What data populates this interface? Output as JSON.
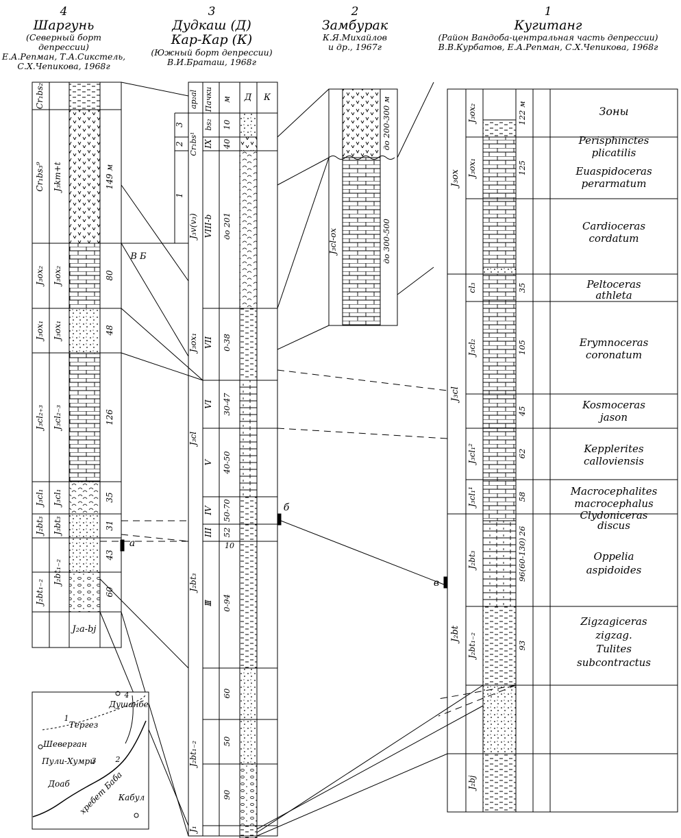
{
  "sections": [
    {
      "number": "4",
      "name": "Шаргунь",
      "line1": "(Северный борт депрессии)",
      "line2": "Е.А.Репман, Т.А.Сикстель,",
      "line3": "С.Х.Чепикова, 1968г"
    },
    {
      "number": "3",
      "name": "Дудкаш (Д)",
      "name2": "Кар-Кар (К)",
      "line1": "(Южный борт депрессии)",
      "line2": "В.И.Браташ, 1968г"
    },
    {
      "number": "2",
      "name": "Замбурак",
      "line1": "К.Я.Михайлов",
      "line2": "и др., 1967г"
    },
    {
      "number": "1",
      "name": "Кугитанг",
      "line1": "(Район Вандоба-центральная часть депрессии)",
      "line2": "В.В.Курбатов, Е.А.Репман, С.Х.Чепикова, 1968г"
    }
  ],
  "col4": {
    "stages": [
      "Cr₁bs₂",
      "Cr₁bs₃⁹",
      "J₃ox₂",
      "J₃ox₁",
      "J₃cl₂₊₃",
      "J₃cl₁",
      "J₂bt₃",
      "J₂bt₁₋₂"
    ],
    "substages": [
      "J₃km+t",
      "J₃ox₂",
      "J₃ox₁",
      "J₃cl₂₋₃",
      "J₃cl₁",
      "J₃bt₃",
      "J₂bt₁₋₂",
      "J₂a-bj"
    ],
    "thick": [
      "149 м",
      "80",
      "48",
      "126",
      "35",
      "31",
      "43",
      "60"
    ]
  },
  "col3": {
    "head": [
      "ap₂al",
      "Пачки",
      "м",
      "Д",
      "К"
    ],
    "unit_labels": [
      "1",
      "2",
      "3",
      "Cr₁bs¹",
      "bs₂",
      "J₃v(v₃)",
      "J₃ox₁",
      "J₃cl",
      "J₂bt₃",
      "J₂bt₁₋₂",
      "J₁"
    ],
    "packs": [
      "IX",
      "VIII-b",
      "VII",
      "VI",
      "V",
      "IV",
      "III",
      "II",
      "I"
    ],
    "thick": [
      "10",
      "40",
      "до 201",
      "0-38",
      "30-47",
      "40-50",
      "50-70",
      "52",
      "10",
      "0-94",
      "60",
      "50",
      "90"
    ]
  },
  "col2": {
    "unit": "J₃cl-ox",
    "top": "до 200-300 м",
    "bottom": "до 300-500"
  },
  "col1": {
    "outer": [
      "J₃ox",
      "J₃cl",
      "J₂bt"
    ],
    "inner": [
      "J₃ox₂",
      "J₃ox₁",
      "cl₃",
      "J₃cl₂",
      "J₃cl₁²",
      "J₃cl₁¹",
      "J₂bt₃",
      "J₂bt₁₋₂",
      "J₂bj"
    ],
    "thick": [
      "122 м",
      "125",
      "35",
      "105",
      "45",
      "62",
      "58",
      "26",
      "96(60-130)",
      "93"
    ],
    "zones_header": "Зоны",
    "zones": [
      [
        "Perisphinctes",
        "plicatilis"
      ],
      [
        "Euaspidoceras",
        "perarmatum"
      ],
      [
        "Cardioceras",
        "cordatum"
      ],
      [
        "Peltoceras",
        "athleta"
      ],
      [
        "Erymnoceras",
        "coronatum"
      ],
      [
        "Kosmoceras",
        "jason"
      ],
      [
        "Kepplerites",
        "calloviensis"
      ],
      [
        "Macrocephalites",
        "macrocephalus"
      ],
      [
        "Clydoniceras",
        "discus"
      ],
      [
        "Oppelia",
        "aspidoides"
      ],
      [
        "Zigzagiceras",
        "zigzag.",
        "Tulites",
        "subcontractus"
      ]
    ]
  },
  "markers": [
    "а",
    "б",
    "в",
    "В Б"
  ],
  "map": {
    "places": [
      "Душанбе",
      "Тергез",
      "Шеверган",
      "Пули-Хумри",
      "Доаб",
      "хребет Баба",
      "Кабул"
    ],
    "nums": [
      "1",
      "2",
      "3",
      "4"
    ]
  }
}
